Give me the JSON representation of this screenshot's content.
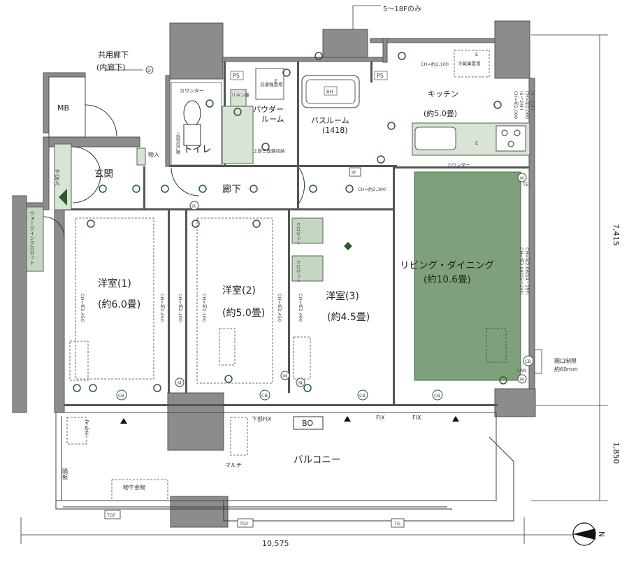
{
  "title_note": "5～18Fのみ",
  "corridor": {
    "line1": "共用廊下",
    "line2": "(内廊下)"
  },
  "labels": {
    "mb": "MB",
    "ps": "PS",
    "ps2": "PS",
    "bh": "BH",
    "ip": "IP",
    "bo": "BO",
    "tel": "TEL",
    "lan": "LAN",
    "cb": "CB",
    "m": "M",
    "h": "H",
    "e": "E",
    "d": "D"
  },
  "rooms": {
    "toilet": "トイレ",
    "powder_room": [
      "パウダー",
      "ルーム"
    ],
    "bathroom": [
      "バスルーム",
      "(1418)"
    ],
    "kitchen": [
      "キッチン",
      "(約5.0畳)"
    ],
    "entrance": "玄関",
    "hallway": "廊下",
    "storage": "物入",
    "shoe_box": "下足入",
    "walk_in_closet": "ウォークインクロゼット",
    "closet": "クロゼット",
    "western1": [
      "洋室(1)",
      "(約6.0畳)"
    ],
    "western2": [
      "洋室(2)",
      "(約5.0畳)"
    ],
    "western3": [
      "洋室(3)",
      "(約4.5畳)"
    ],
    "living": [
      "リビング・ダイニング",
      "(約10.6畳)"
    ],
    "balcony": "バルコニー"
  },
  "small_labels": {
    "counter1": "カウンター",
    "counter2": "カウンター",
    "linen": "リネン庫",
    "washer": "洗濯機置場",
    "fridge": "冷蔵庫置場",
    "shelf_upper": "上部吊戸棚",
    "mirror": "上部三面鏡収納",
    "multi1": "マルチ",
    "multi2": "マルチ",
    "partition": "隔板",
    "clothes_dryer": "物干金物",
    "lower_fix": "下部FIX",
    "fix1": "FIX",
    "fix2": "FIX",
    "tgf1": "TGF",
    "tgf2": "TGF",
    "tg": "TG",
    "opening_limit": [
      "開口制限",
      "約60mm"
    ]
  },
  "ceiling_heights": {
    "ch_bath": "CH=約2,100",
    "ch_hall": "CH=約2,300",
    "ch_kitchen": [
      "CH=約2,080",
      "(5～24F)",
      "CH=約2,060",
      "(4・25F)"
    ],
    "ch_w1a": "CH=約2,450",
    "ch_w1b": "CH=約2,450",
    "ch_w2a": "CH=約2,100",
    "ch_w2b": "CH=約2,100",
    "ch_w2c": "CH=約2,450",
    "ch_w3": "CH=約2,400",
    "ch_ld": [
      "CH=約2,080(5～24F)",
      "CH=約2,060(4・25F)"
    ]
  },
  "dimensions": {
    "width": "10,575",
    "depth_main": "7,415",
    "depth_balcony": "1,850"
  },
  "compass": "N"
}
